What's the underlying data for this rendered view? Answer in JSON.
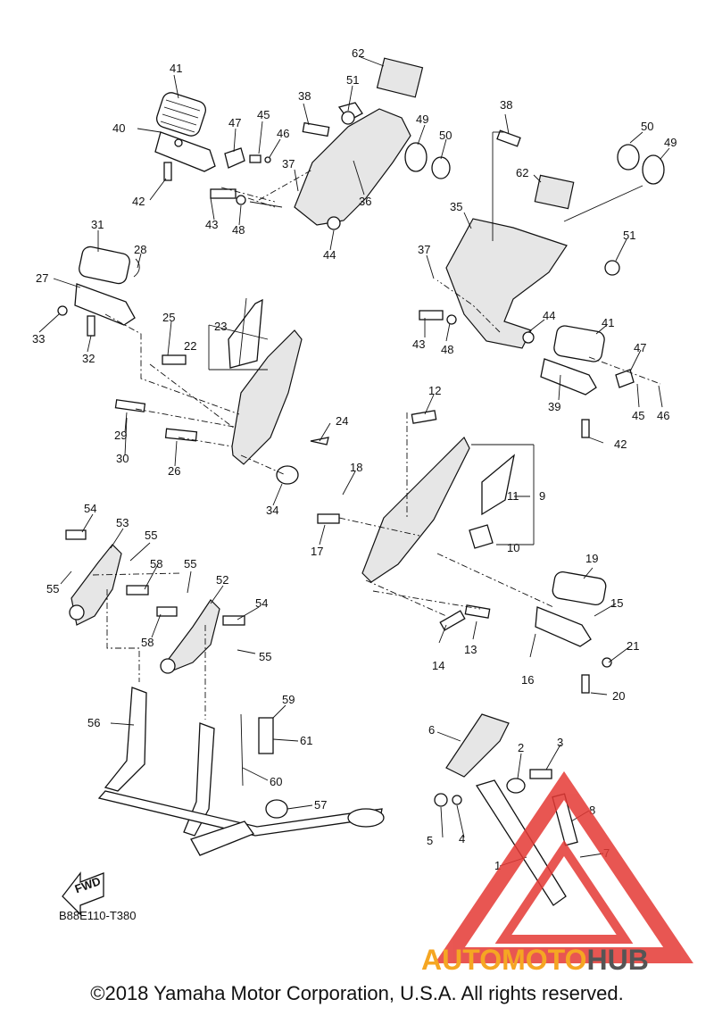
{
  "diagram_code": "B88E110-T380",
  "fwd_label": "FWD",
  "watermark": {
    "part1": "AUTOMOTO",
    "part2": "HUB",
    "color1": "#f5a623",
    "color2": "#555555",
    "triangle_color": "#e53935"
  },
  "copyright": "©2018 Yamaha Motor Corporation, U.S.A. All rights reserved.",
  "labels": [
    "62",
    "41",
    "51",
    "38",
    "45",
    "47",
    "46",
    "40",
    "49",
    "50",
    "37",
    "36",
    "42",
    "43",
    "48",
    "44",
    "38",
    "50",
    "49",
    "62",
    "35",
    "51",
    "31",
    "28",
    "27",
    "37",
    "33",
    "32",
    "44",
    "41",
    "43",
    "48",
    "25",
    "23",
    "22",
    "47",
    "45",
    "46",
    "39",
    "42",
    "12",
    "29",
    "30",
    "24",
    "26",
    "18",
    "34",
    "11",
    "9",
    "17",
    "10",
    "54",
    "53",
    "55",
    "58",
    "55",
    "55",
    "52",
    "54",
    "19",
    "15",
    "58",
    "14",
    "13",
    "55",
    "16",
    "21",
    "20",
    "56",
    "59",
    "61",
    "6",
    "2",
    "3",
    "60",
    "57",
    "8",
    "5",
    "4",
    "7",
    "1"
  ]
}
